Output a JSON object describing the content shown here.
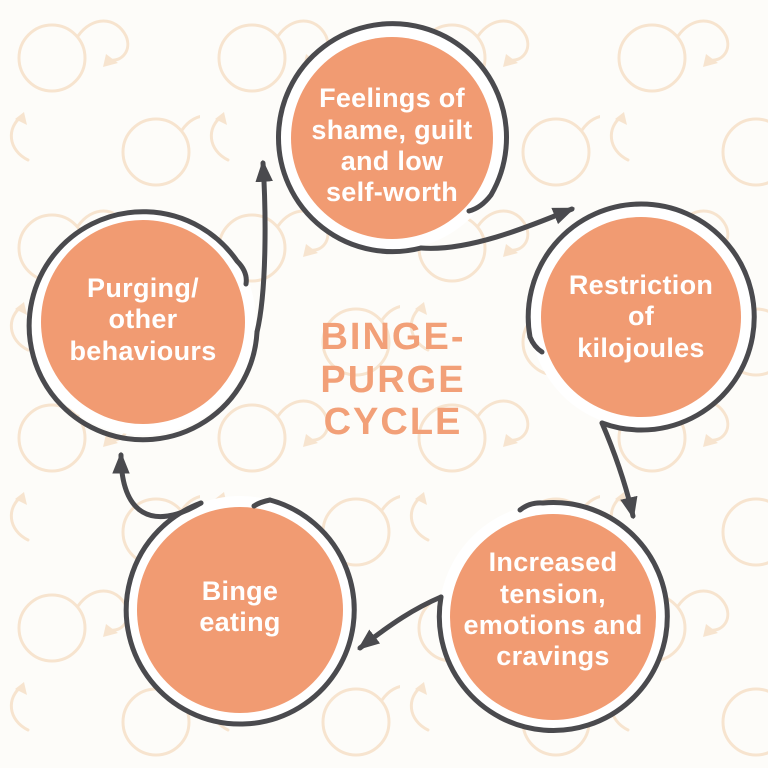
{
  "title": {
    "text": "BINGE-\nPURGE\nCYCLE"
  },
  "nodes": [
    {
      "id": "feelings",
      "label": "Feelings of\nshame, guilt\nand low\nself-worth"
    },
    {
      "id": "restriction",
      "label": "Restriction\nof\nkilojoules"
    },
    {
      "id": "increased-tension",
      "label": "Increased\ntension,\nemotions and\ncravings"
    },
    {
      "id": "binge-eating",
      "label": "Binge\neating"
    },
    {
      "id": "purging",
      "label": "Purging/\nother\nbehaviours"
    }
  ],
  "edges": [
    {
      "from": "feelings",
      "to": "restriction"
    },
    {
      "from": "restriction",
      "to": "increased-tension"
    },
    {
      "from": "increased-tension",
      "to": "binge-eating"
    },
    {
      "from": "binge-eating",
      "to": "purging"
    },
    {
      "from": "purging",
      "to": "feelings"
    }
  ],
  "colors": {
    "circle_fill": "#F19B72",
    "title_text": "#F2A078",
    "label_text": "#FFFFFF",
    "arrow": "#4A4A4E",
    "background": "#FDFCF9",
    "pattern": "#F5DFC5"
  }
}
